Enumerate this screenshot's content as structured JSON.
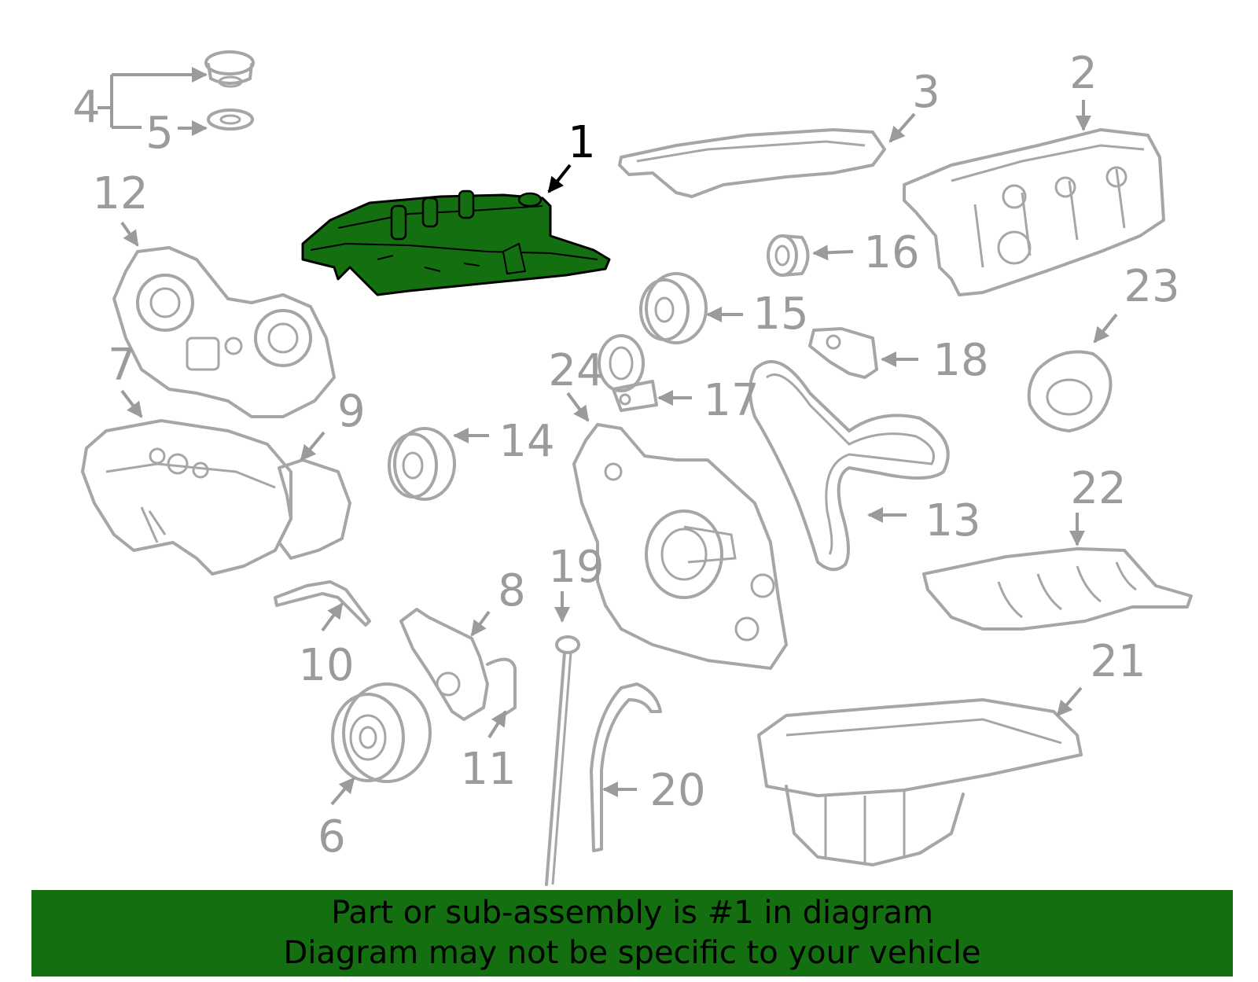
{
  "diagram": {
    "highlight_color": "#136f10",
    "highlighted_part": "1",
    "callouts": [
      "1",
      "2",
      "3",
      "4",
      "5",
      "6",
      "7",
      "8",
      "9",
      "10",
      "11",
      "12",
      "13",
      "14",
      "15",
      "16",
      "17",
      "18",
      "19",
      "20",
      "21",
      "22",
      "23",
      "24"
    ]
  },
  "banner": {
    "line1": "Part or sub-assembly is #1 in diagram",
    "line2": "Diagram may not be specific to your vehicle",
    "background": "#136f10"
  }
}
